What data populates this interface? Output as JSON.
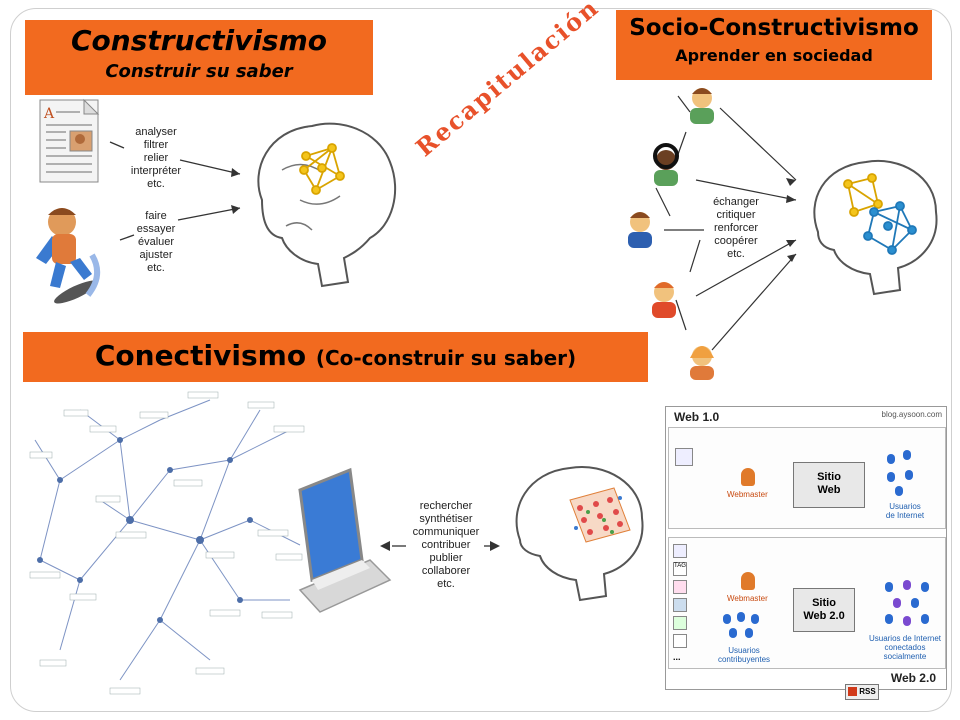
{
  "constructivismo": {
    "title": "Constructivismo",
    "subtitle": "Construir su saber",
    "verbs_group1": "analyser\nfiltrer\nrelier\ninterpréter\netc.",
    "verbs_group2": "faire\nessayer\névaluer\najuster\netc."
  },
  "socio": {
    "title": "Socio-Constructivismo",
    "subtitle": "Aprender en sociedad",
    "verbs": "échanger\ncritiquer\nrenforcer\ncoopérer\netc."
  },
  "recapitulacion": "Recapitulación",
  "conectivismo": {
    "title": "Conectivismo",
    "subtitle": "(Co-construir su saber)",
    "verbs": "rechercher\nsynthétiser\ncommuniquer\ncontribuer\npublier\ncollaborer\netc."
  },
  "web_figure": {
    "credit": "blog.aysoon.com",
    "web1_label": "Web 1.0",
    "web2_label": "Web 2.0",
    "sitio_web": "Sitio\nWeb",
    "sitio_web2": "Sitio\nWeb 2.0",
    "webmaster": "Webmaster",
    "usuarios_internet": "Usuarios\nde Internet",
    "usuarios_conectados": "Usuarios de Internet\nconectados socialmente",
    "usuarios_contribuyentes": "Usuarios\ncontribuyentes",
    "rss": "RSS",
    "tag": "TAG",
    "dots": "..."
  },
  "colors": {
    "banner": "#f26a1f",
    "recap": "#e8512a",
    "network_yellow": "#f4c51c",
    "network_blue": "#2a8fd0",
    "graph_edge": "#6b83b6"
  }
}
